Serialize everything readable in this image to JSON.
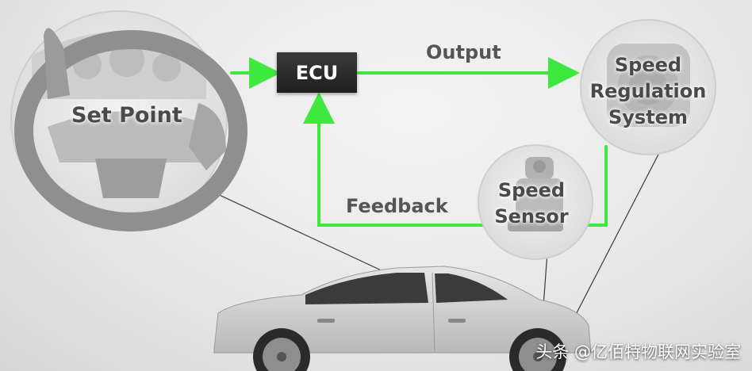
{
  "labels": {
    "set_point": "Set Point",
    "ecu": "ECU",
    "output": "Output",
    "speed_regulation": [
      "Speed",
      "Regulation",
      "System"
    ],
    "speed_sensor": [
      "Speed",
      "Sensor"
    ],
    "feedback": "Feedback"
  },
  "watermark": "头条 @亿佰特物联网实验室",
  "colors": {
    "signal_line": "#3ee83e",
    "ecu_box": "#2a2a2a",
    "label_text": "#555555"
  },
  "icons": {
    "steering_wheel": "steering-wheel-icon",
    "regulator": "throttle-body-icon",
    "sensor": "speed-sensor-icon",
    "vehicle": "car-icon"
  }
}
